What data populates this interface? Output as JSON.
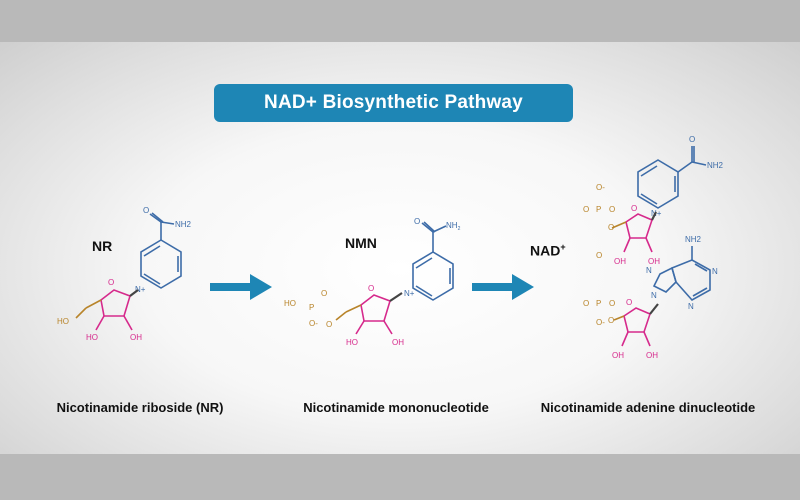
{
  "title": "NAD+ Biosynthetic Pathway",
  "colors": {
    "title_bg": "#1e86b5",
    "arrow": "#1e86b5",
    "pyridine": "#3d6ca8",
    "ribose": "#d62a8c",
    "phosphate": "#b8842a"
  },
  "stages": [
    {
      "short": "NR",
      "caption": "Nicotinamide riboside (NR)"
    },
    {
      "short": "NMN",
      "caption": "Nicotinamide mononucleotide"
    },
    {
      "short": "NAD",
      "superscript": "+",
      "caption": "Nicotinamide adenine dinucleotide"
    }
  ],
  "atom_labels": {
    "o": "O",
    "nh2": "NH2",
    "nh2_sub": "NH",
    "nh2_sub_2": "2",
    "n_plus": "N+",
    "n": "N",
    "ho": "HO",
    "oh": "OH",
    "o_minus": "O-",
    "p": "P"
  }
}
